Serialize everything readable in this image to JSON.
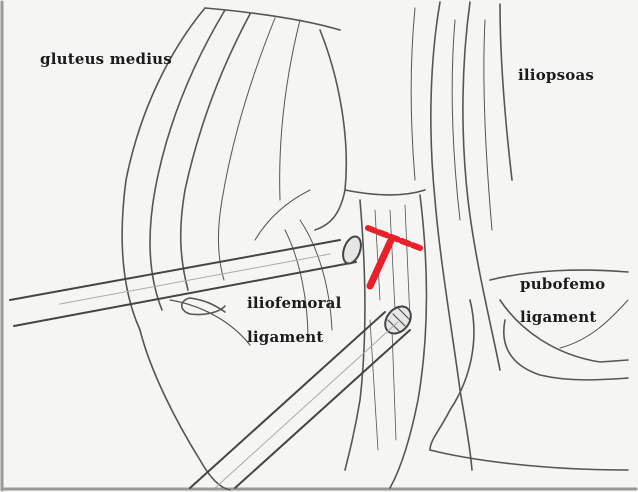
{
  "labels": {
    "gluteus_medius": "gluteus medius",
    "iliopsoas": "iliopsoas",
    "iliofemoral_line1": "iliofemoral",
    "iliofemoral_line2": "ligament",
    "pubofemoral_line1": "pubofemo",
    "pubofemoral_line2": "ligament"
  },
  "colors": {
    "incision": "#e8202a",
    "pencil": "#555555",
    "text": "#1b1b1b"
  }
}
